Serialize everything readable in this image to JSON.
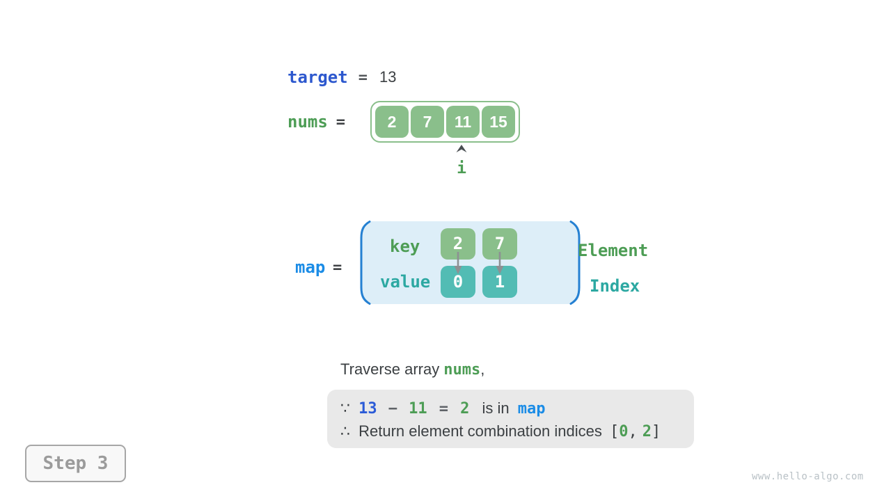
{
  "colors": {
    "royal_blue": "#2d58ce",
    "light_blue": "#1b8ce6",
    "green": "#4d9d55",
    "teal": "#2ca8a2",
    "box_green": "#8abf8b",
    "box_teal": "#52bcb4",
    "map_fill": "#ddeef8",
    "bracket_blue": "#2580d2",
    "dark_text": "#3c4043",
    "panel_gray": "#e9e9e9",
    "arrow_gray": "#8d9093"
  },
  "target": {
    "name": "target",
    "eq": "=",
    "value": "13"
  },
  "nums": {
    "name": "nums",
    "eq": "=",
    "values": [
      "2",
      "7",
      "11",
      "15"
    ],
    "pointer_label": "i"
  },
  "map": {
    "name": "map",
    "eq": "=",
    "key_label": "key",
    "value_label": "value",
    "keys": [
      "2",
      "7"
    ],
    "vals": [
      "0",
      "1"
    ],
    "element_label": "Element",
    "index_label": "Index"
  },
  "caption": {
    "before": "Traverse array",
    "code": "nums",
    "after": ","
  },
  "conclusion": {
    "because": "∵",
    "minuend": "13",
    "minus": "−",
    "subtrahend": "11",
    "eq": "=",
    "difference": "2",
    "isin": "is in",
    "mapcode": "map",
    "therefore": "∴",
    "sentence": "Return element combination indices",
    "lbracket": "[",
    "i0": "0",
    "comma": ",",
    "i1": "2",
    "rbracket": "]"
  },
  "step": {
    "label": "Step 3"
  },
  "watermark": "www.hello-algo.com"
}
